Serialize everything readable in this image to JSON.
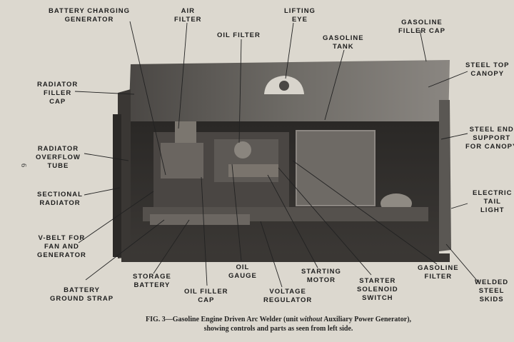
{
  "figure": {
    "page_number": "6",
    "caption_prefix": "FIG. 3—Gasoline Engine Driven Arc Welder (unit",
    "caption_italic": "without",
    "caption_suffix": "Auxiliary Power Generator),",
    "caption_line2": "showing controls and parts as seen from left side."
  },
  "labels": {
    "battery_charging_generator": [
      "BATTERY CHARGING",
      "GENERATOR"
    ],
    "air_filter": [
      "AIR",
      "FILTER"
    ],
    "lifting_eye": [
      "LIFTING",
      "EYE"
    ],
    "oil_filter_top": [
      "OIL FILTER"
    ],
    "gasoline_tank": [
      "GASOLINE",
      "TANK"
    ],
    "gasoline_filler_cap": [
      "GASOLINE",
      "FILLER CAP"
    ],
    "radiator_filler_cap": [
      "RADIATOR",
      "FILLER",
      "CAP"
    ],
    "steel_top_canopy": [
      "STEEL TOP",
      "CANOPY"
    ],
    "steel_end_support": [
      "STEEL END",
      "SUPPORT",
      "FOR CANOPY"
    ],
    "radiator_overflow_tube": [
      "RADIATOR",
      "OVERFLOW",
      "TUBE"
    ],
    "sectional_radiator": [
      "SECTIONAL",
      "RADIATOR"
    ],
    "electric_tail_light": [
      "ELECTRIC",
      "TAIL",
      "LIGHT"
    ],
    "v_belt": [
      "V-BELT FOR",
      "FAN AND",
      "GENERATOR"
    ],
    "battery_ground_strap": [
      "BATTERY",
      "GROUND STRAP"
    ],
    "storage_battery": [
      "STORAGE",
      "BATTERY"
    ],
    "oil_filler_cap": [
      "OIL FILLER",
      "CAP"
    ],
    "oil_gauge": [
      "OIL",
      "GAUGE"
    ],
    "voltage_regulator": [
      "VOLTAGE",
      "REGULATOR"
    ],
    "starting_motor": [
      "STARTING",
      "MOTOR"
    ],
    "starter_solenoid_switch": [
      "STARTER",
      "SOLENOID",
      "SWITCH"
    ],
    "gasoline_filter": [
      "GASOLINE",
      "FILTER"
    ],
    "welded_steel_skids": [
      "WELDED",
      "STEEL",
      "SKIDS"
    ]
  }
}
